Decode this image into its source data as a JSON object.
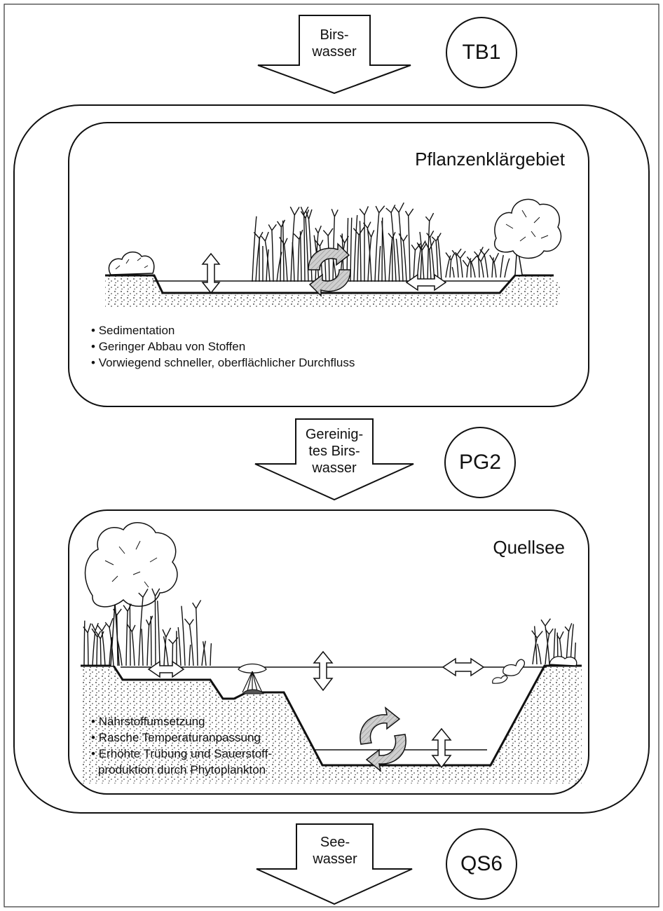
{
  "arrows": {
    "top": "Birs-\nwasser",
    "middle": "Gereinig-\ntes Birs-\nwasser",
    "bottom": "See-\nwasser"
  },
  "stations": {
    "top": "TB1",
    "middle": "PG2",
    "bottom": "QS6"
  },
  "panels": {
    "upper": {
      "title": "Pflanzenklärgebiet",
      "bullets": [
        "Sedimentation",
        "Geringer Abbau von Stoffen",
        "Vorwiegend schneller, oberflächlicher Durchfluss"
      ]
    },
    "lower": {
      "title": "Quellsee",
      "bullets": [
        "Nährstoffumsetzung",
        "Rasche Temperaturanpassung",
        "Erhöhte Trübung und Sauerstoff-",
        "produktion durch Phytoplankton"
      ]
    }
  },
  "colors": {
    "line": "#111111",
    "circulation-fill": "#bdbdbd",
    "paper": "#ffffff"
  }
}
